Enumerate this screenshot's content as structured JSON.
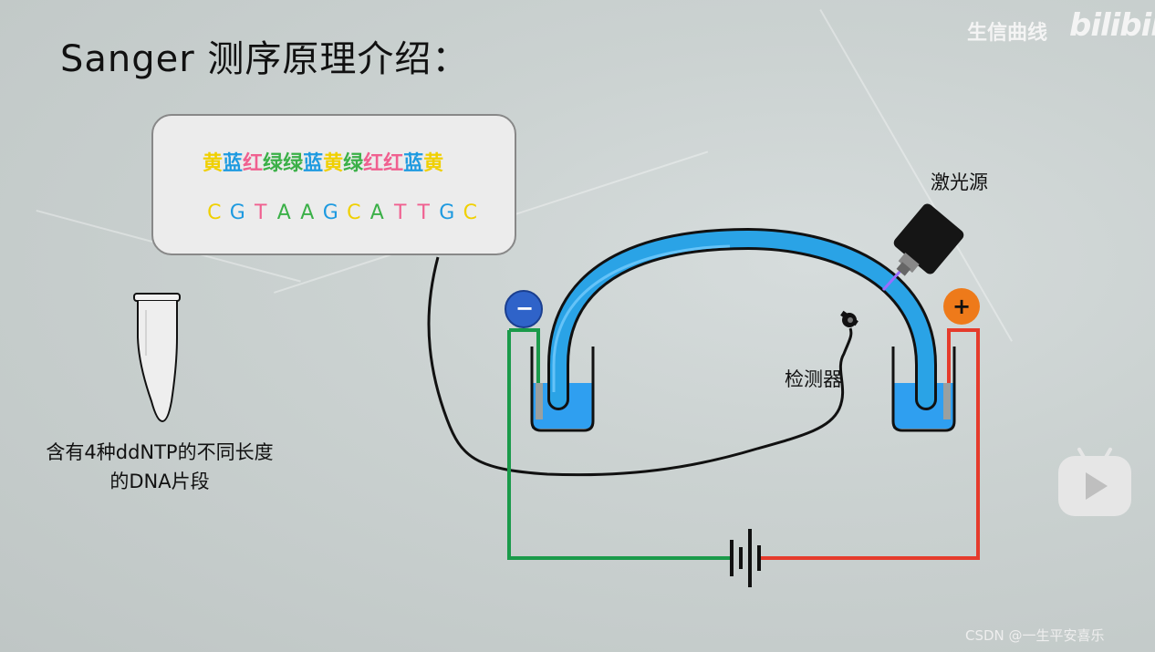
{
  "title": "Sanger 测序原理介绍：",
  "brand": {
    "channel": "生信曲线",
    "site": "bilibili"
  },
  "bubble": {
    "color_sequence": [
      {
        "text": "黄",
        "color": "#f0d000"
      },
      {
        "text": "蓝",
        "color": "#1e9ae0"
      },
      {
        "text": "红",
        "color": "#f06090"
      },
      {
        "text": "绿",
        "color": "#3bb048"
      },
      {
        "text": "绿",
        "color": "#3bb048"
      },
      {
        "text": "蓝",
        "color": "#1e9ae0"
      },
      {
        "text": "黄",
        "color": "#f0d000"
      },
      {
        "text": "绿",
        "color": "#3bb048"
      },
      {
        "text": "红",
        "color": "#f06090"
      },
      {
        "text": "红",
        "color": "#f06090"
      },
      {
        "text": "蓝",
        "color": "#1e9ae0"
      },
      {
        "text": "黄",
        "color": "#f0d000"
      }
    ],
    "base_sequence": [
      {
        "text": "C",
        "color": "#f0d000"
      },
      {
        "text": "G",
        "color": "#1e9ae0"
      },
      {
        "text": "T",
        "color": "#f06090"
      },
      {
        "text": "A",
        "color": "#3bb048"
      },
      {
        "text": "A",
        "color": "#3bb048"
      },
      {
        "text": "G",
        "color": "#1e9ae0"
      },
      {
        "text": "C",
        "color": "#f0d000"
      },
      {
        "text": "A",
        "color": "#3bb048"
      },
      {
        "text": "T",
        "color": "#f06090"
      },
      {
        "text": "T",
        "color": "#f06090"
      },
      {
        "text": "G",
        "color": "#1e9ae0"
      },
      {
        "text": "C",
        "color": "#f0d000"
      }
    ]
  },
  "labels": {
    "laser": "激光源",
    "detector": "检测器",
    "tube_line1": "含有4种ddNTP的不同长度",
    "tube_line2": "的DNA片段"
  },
  "electrodes": {
    "negative": "−",
    "positive": "+"
  },
  "icons": [
    "microcentrifuge-tube-icon",
    "laser-source-icon",
    "detector-icon",
    "battery-icon",
    "play-button-icon"
  ],
  "colors": {
    "capillary": "#2aa3e6",
    "buffer": "#2f9ff0",
    "negative_electrode": "#2f63c9",
    "positive_electrode": "#ee7a1a",
    "wire_negative": "#1a9a4a",
    "wire_positive": "#e53b2c",
    "laser_beam": "#9a6cff"
  },
  "watermark": "CSDN @一生平安喜乐"
}
